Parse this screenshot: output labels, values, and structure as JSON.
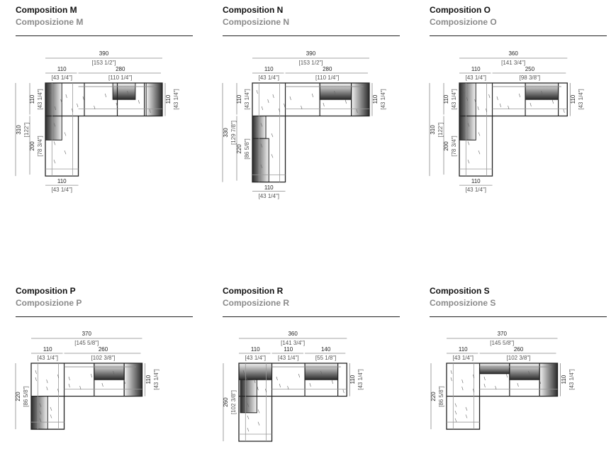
{
  "compositions": [
    {
      "title": "Composition M",
      "subtitle": "Composizione M",
      "top_total": {
        "cm": "390",
        "in": "[153 1/2\"]"
      },
      "top_segments": [
        {
          "cm": "110",
          "in": "[43 1/4\"]"
        },
        {
          "cm": "280",
          "in": "[110 1/4\"]"
        }
      ],
      "left_total": {
        "cm": "310",
        "in": "[122\"]"
      },
      "left_segments": [
        {
          "cm": "110",
          "in": "[43 1/4\"]"
        },
        {
          "cm": "200",
          "in": "[78 3/4\"]"
        }
      ],
      "right": {
        "cm": "110",
        "in": "[43 1/4\"]"
      },
      "bottom": {
        "cm": "110",
        "in": "[43 1/4\"]"
      }
    },
    {
      "title": "Composition N",
      "subtitle": "Composizione N",
      "top_total": {
        "cm": "390",
        "in": "[153 1/2\"]"
      },
      "top_segments": [
        {
          "cm": "110",
          "in": "[43 1/4\"]"
        },
        {
          "cm": "280",
          "in": "[110 1/4\"]"
        }
      ],
      "left_total": {
        "cm": "330",
        "in": "[129 7/8\"]"
      },
      "left_segments": [
        {
          "cm": "110",
          "in": "[43 1/4\"]"
        },
        {
          "cm": "220",
          "in": "[86 5/8\"]"
        }
      ],
      "right": {
        "cm": "110",
        "in": "[43 1/4\"]"
      },
      "bottom": {
        "cm": "110",
        "in": "[43 1/4\"]"
      }
    },
    {
      "title": "Composition O",
      "subtitle": "Composizione O",
      "top_total": {
        "cm": "360",
        "in": "[141 3/4\"]"
      },
      "top_segments": [
        {
          "cm": "110",
          "in": "[43 1/4\"]"
        },
        {
          "cm": "250",
          "in": "[98 3/8\"]"
        }
      ],
      "left_total": {
        "cm": "310",
        "in": "[122\"]"
      },
      "left_segments": [
        {
          "cm": "110",
          "in": "[43 1/4\"]"
        },
        {
          "cm": "200",
          "in": "[78 3/4\"]"
        }
      ],
      "right": {
        "cm": "110",
        "in": "[43 1/4\"]"
      },
      "bottom": {
        "cm": "110",
        "in": "[43 1/4\"]"
      }
    },
    {
      "title": "Composition P",
      "subtitle": "Composizione P",
      "top_total": {
        "cm": "370",
        "in": "[145 5/8\"]"
      },
      "top_segments": [
        {
          "cm": "110",
          "in": "[43 1/4\"]"
        },
        {
          "cm": "260",
          "in": "[102 3/8\"]"
        }
      ],
      "left_total": {
        "cm": "220",
        "in": "[86 5/8\"]"
      },
      "left_segments": [],
      "right": {
        "cm": "110",
        "in": "[43 1/4\"]"
      }
    },
    {
      "title": "Composition R",
      "subtitle": "Composizione R",
      "top_total": {
        "cm": "360",
        "in": "[141 3/4\"]"
      },
      "top_segments": [
        {
          "cm": "110",
          "in": "[43 1/4\"]"
        },
        {
          "cm": "110",
          "in": "[43 1/4\"]"
        },
        {
          "cm": "140",
          "in": "[55 1/8\"]"
        }
      ],
      "left_total": {
        "cm": "260",
        "in": "[102 3/8\"]"
      },
      "left_segments": [],
      "right": {
        "cm": "110",
        "in": "[43 1/4\"]"
      }
    },
    {
      "title": "Composition S",
      "subtitle": "Composizione S",
      "top_total": {
        "cm": "370",
        "in": "[145 5/8\"]"
      },
      "top_segments": [
        {
          "cm": "110",
          "in": "[43 1/4\"]"
        },
        {
          "cm": "260",
          "in": "[102 3/8\"]"
        }
      ],
      "left_total": {
        "cm": "220",
        "in": "[86 5/8\"]"
      },
      "left_segments": [],
      "right": {
        "cm": "110",
        "in": "[43 1/4\"]"
      }
    }
  ]
}
